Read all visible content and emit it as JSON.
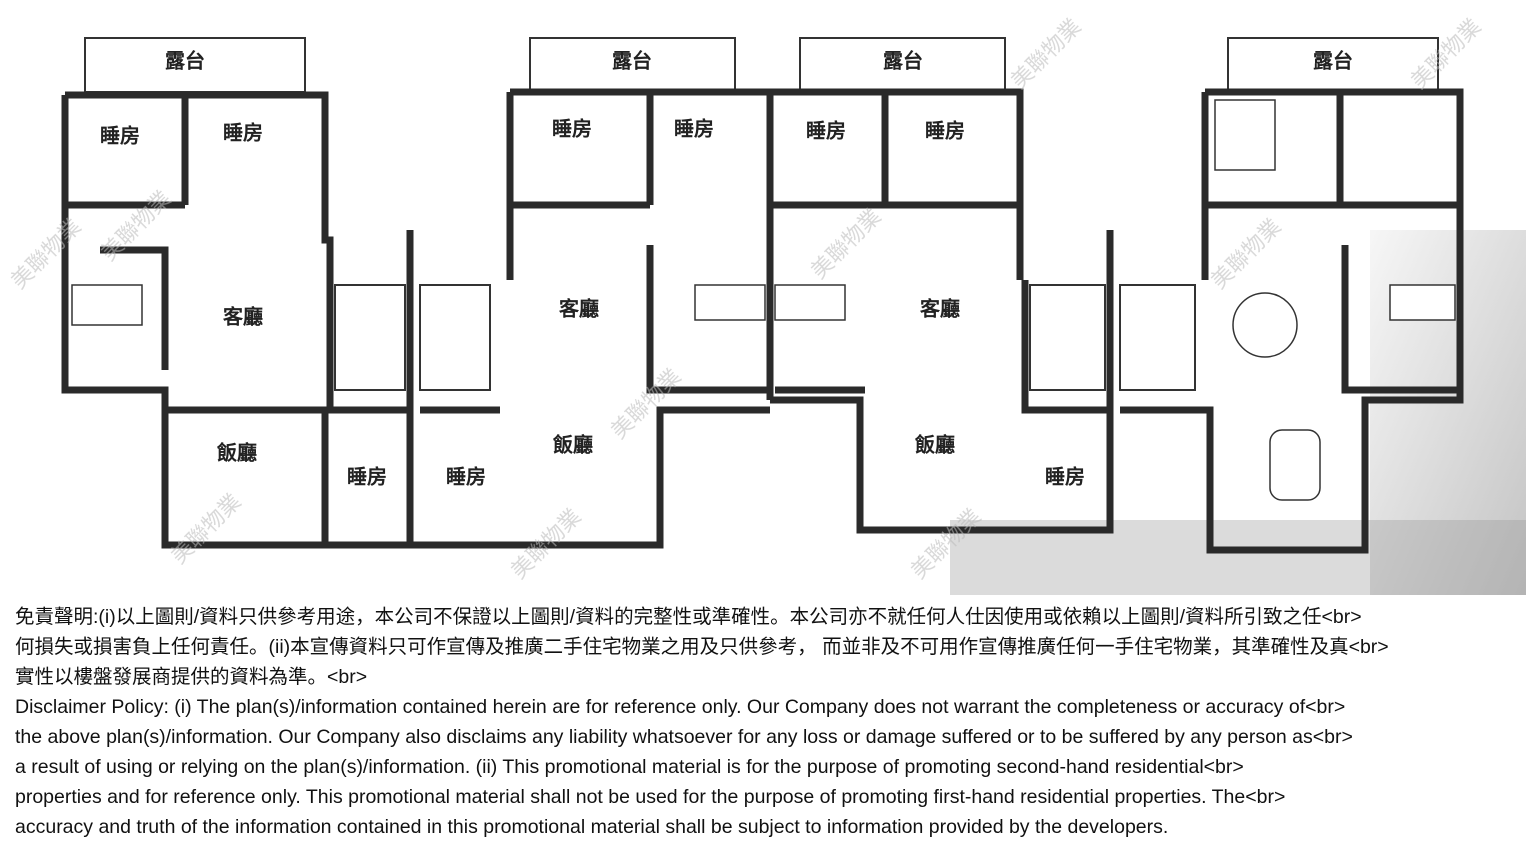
{
  "floor_plan": {
    "watermark": "美聯物業",
    "rooms": {
      "terrace": "露台",
      "bedroom": "睡房",
      "living": "客廳",
      "dining": "飯廳"
    }
  },
  "disclaimer": {
    "lines": [
      "免責聲明:(i)以上圖則/資料只供參考用途，本公司不保證以上圖則/資料的完整性或準確性。本公司亦不就任何人仕因使用或依賴以上圖則/資料所引致之任<br>",
      "何損失或損害負上任何責任。(ii)本宣傳資料只可作宣傳及推廣二手住宅物業之用及只供參考， 而並非及不可用作宣傳推廣任何一手住宅物業，其準確性及真<br>",
      "實性以樓盤發展商提供的資料為準。<br>",
      "Disclaimer Policy: (i) The plan(s)/information contained herein are for reference only. Our Company does not warrant the completeness or accuracy of<br>",
      "the above plan(s)/information. Our Company also disclaims any liability whatsoever for any loss or damage suffered or to be suffered by any person as<br>",
      "a result of using or relying on the plan(s)/information. (ii) This promotional material is for the purpose of promoting second-hand residential<br>",
      "properties and for reference only. This promotional material shall not be used for the purpose of promoting first-hand residential properties. The<br>",
      "accuracy and truth of the information contained in this promotional material shall be subject to information provided by the developers."
    ]
  }
}
